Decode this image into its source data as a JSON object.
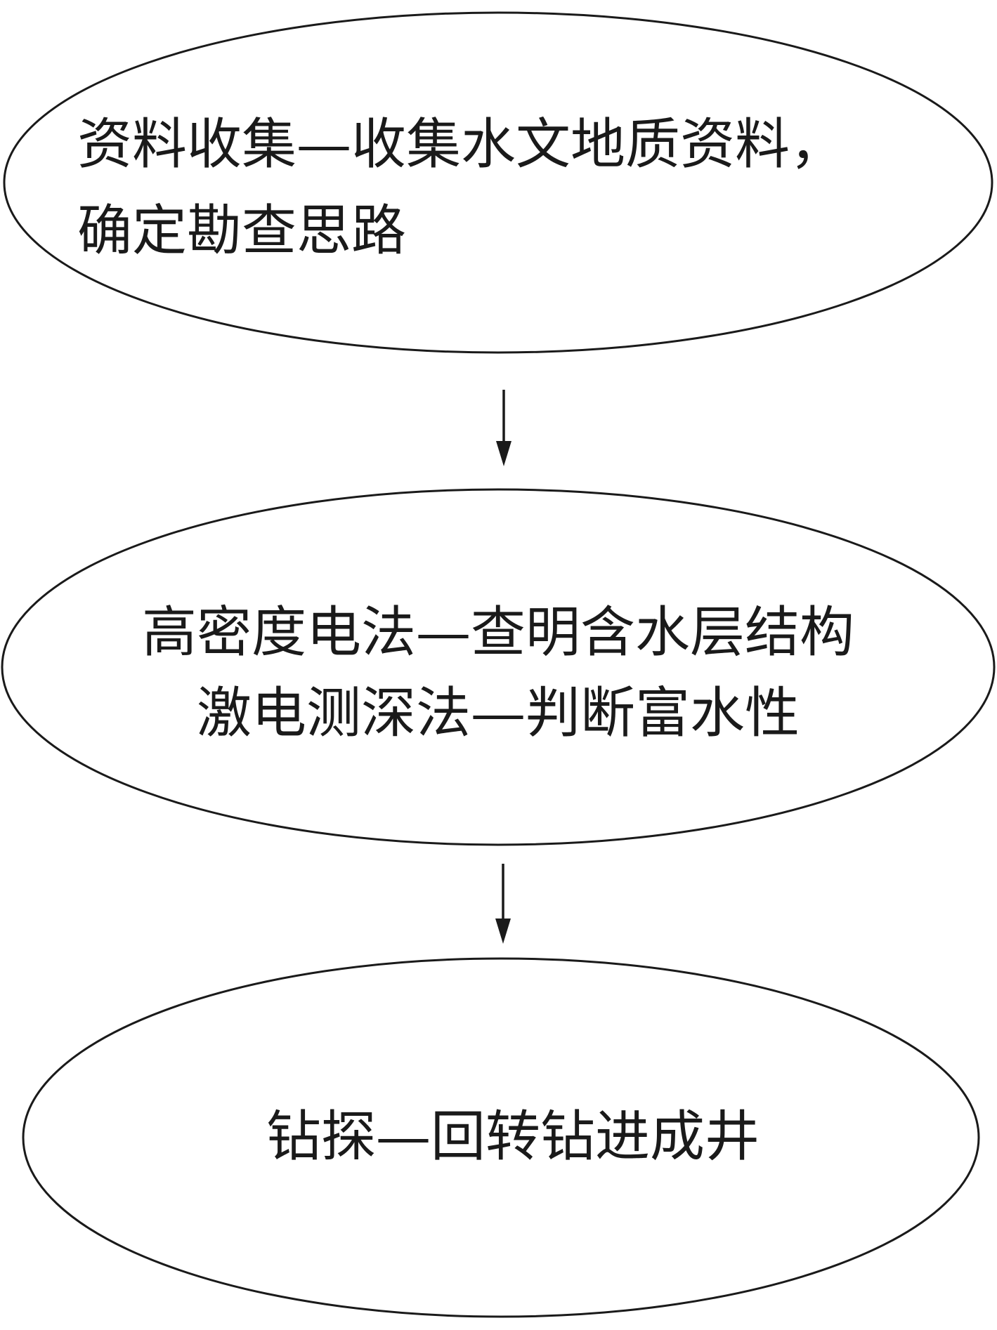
{
  "diagram": {
    "type": "flowchart",
    "colors": {
      "stroke": "#1a1a1a",
      "text": "#1a1a1a",
      "background": "#ffffff"
    },
    "nodes": [
      {
        "id": "step-1",
        "shape": "ellipse",
        "lines": [
          "资料收集—收集水文地质资料，",
          "确定勘查思路"
        ]
      },
      {
        "id": "step-2",
        "shape": "ellipse",
        "lines": [
          "高密度电法—查明含水层结构",
          "激电测深法—判断富水性"
        ]
      },
      {
        "id": "step-3",
        "shape": "ellipse",
        "lines": [
          "钻探—回转钻进成井"
        ]
      }
    ],
    "edges": [
      {
        "from": "step-1",
        "to": "step-2"
      },
      {
        "from": "step-2",
        "to": "step-3"
      }
    ]
  }
}
